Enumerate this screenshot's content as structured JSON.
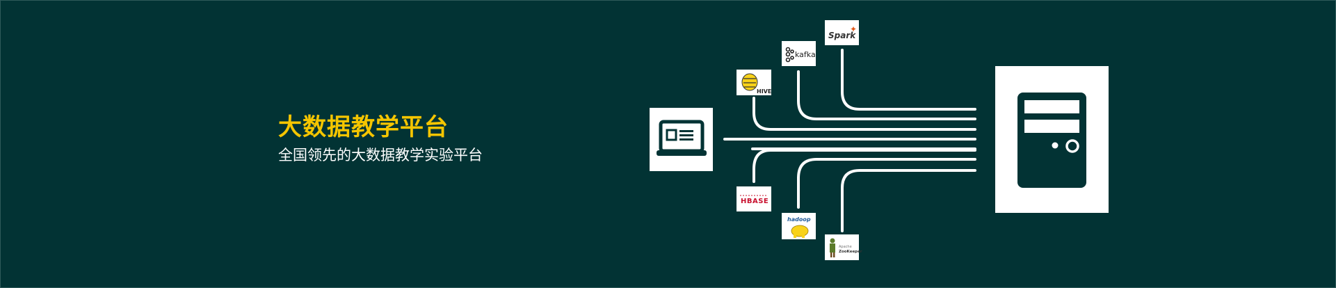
{
  "banner": {
    "title": "大数据教学平台",
    "subtitle": "全国领先的大数据教学实验平台"
  },
  "logos": {
    "spark": "Spark",
    "kafka": "kafka",
    "hive": "HIVE",
    "hbase": "HBASE",
    "hadoop": "hadoop",
    "zookeeper_top": "Apache",
    "zookeeper_bottom": "ZooKeeper"
  },
  "colors": {
    "background": "#023334",
    "accent": "#f5c500",
    "text": "#ffffff"
  }
}
